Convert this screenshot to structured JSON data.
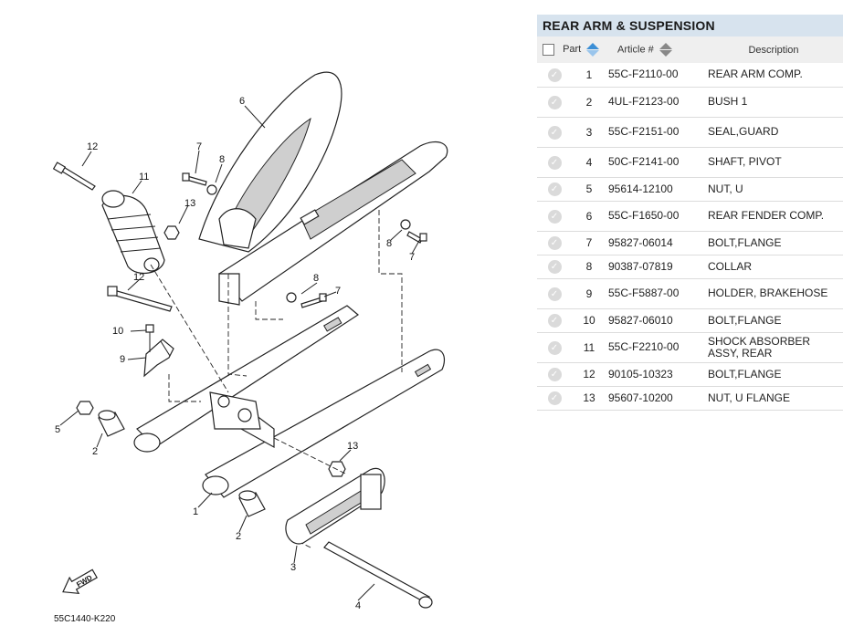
{
  "panel": {
    "title": "REAR ARM & SUSPENSION",
    "headers": {
      "part": "Part",
      "article": "Article #",
      "description": "Description"
    }
  },
  "rows": [
    {
      "part": "1",
      "article": "55C-F2110-00",
      "description": "REAR ARM COMP."
    },
    {
      "part": "2",
      "article": "4UL-F2123-00",
      "description": "BUSH 1"
    },
    {
      "part": "3",
      "article": "55C-F2151-00",
      "description": "SEAL,GUARD"
    },
    {
      "part": "4",
      "article": "50C-F2141-00",
      "description": "SHAFT, PIVOT"
    },
    {
      "part": "5",
      "article": "95614-12100",
      "description": "NUT, U"
    },
    {
      "part": "6",
      "article": "55C-F1650-00",
      "description": "REAR FENDER COMP."
    },
    {
      "part": "7",
      "article": "95827-06014",
      "description": "BOLT,FLANGE"
    },
    {
      "part": "8",
      "article": "90387-07819",
      "description": "COLLAR"
    },
    {
      "part": "9",
      "article": "55C-F5887-00",
      "description": "HOLDER, BRAKEHOSE"
    },
    {
      "part": "10",
      "article": "95827-06010",
      "description": "BOLT,FLANGE"
    },
    {
      "part": "11",
      "article": "55C-F2210-00",
      "description": "SHOCK ABSORBER ASSY, REAR"
    },
    {
      "part": "12",
      "article": "90105-10323",
      "description": "BOLT,FLANGE"
    },
    {
      "part": "13",
      "article": "95607-10200",
      "description": "NUT, U FLANGE"
    }
  ],
  "diagram": {
    "code": "55C1440-K220",
    "fwd_label": "FWD",
    "callouts": {
      "c1": "1",
      "c2a": "2",
      "c2b": "2",
      "c3": "3",
      "c4": "4",
      "c5": "5",
      "c6": "6",
      "c7a": "7",
      "c7b": "7",
      "c7c": "7",
      "c8a": "8",
      "c8b": "8",
      "c8c": "8",
      "c9": "9",
      "c10": "10",
      "c11": "11",
      "c12a": "12",
      "c12b": "12",
      "c13a": "13",
      "c13b": "13"
    }
  }
}
